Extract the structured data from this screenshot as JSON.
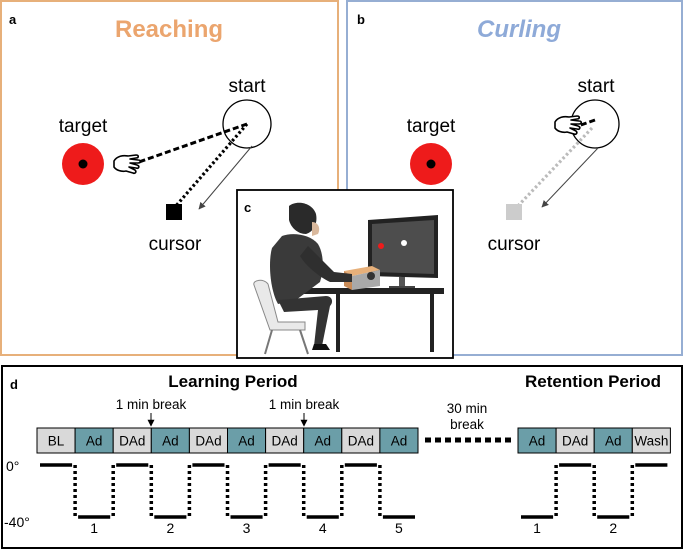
{
  "panel_a": {
    "letter": "a",
    "title": "Reaching",
    "start_label": "start",
    "target_label": "target",
    "cursor_label": "cursor",
    "frame_color": "#e7b07a",
    "title_color": "#eba56e"
  },
  "panel_b": {
    "letter": "b",
    "title": "Curling",
    "start_label": "start",
    "target_label": "target",
    "cursor_label": "cursor",
    "frame_color": "#96aed3",
    "title_color": "#8eaad8"
  },
  "panel_c": {
    "letter": "c"
  },
  "panel_d": {
    "letter": "d",
    "learning_title": "Learning Period",
    "retention_title": "Retention Period",
    "break_label_1": "1 min break",
    "break_label_2": "1 min break",
    "long_break_line1": "30 min",
    "long_break_line2": "break",
    "learning_blocks": [
      "BL",
      "Ad",
      "DAd",
      "Ad",
      "DAd",
      "Ad",
      "DAd",
      "Ad",
      "DAd",
      "Ad"
    ],
    "retention_blocks": [
      "Ad",
      "DAd",
      "Ad",
      "Wash"
    ],
    "y_label_top": "0°",
    "y_label_bottom": "-40°",
    "learning_cycles": [
      "1",
      "2",
      "3",
      "4",
      "5"
    ],
    "retention_cycles": [
      "1",
      "2"
    ],
    "adaptation_color": "#6b9ea8",
    "deadaptation_color": "#d9d9d9"
  },
  "colors": {
    "target_red": "#ee1b1b",
    "reaching_cursor": "#000000",
    "curling_cursor": "#cccccc"
  }
}
